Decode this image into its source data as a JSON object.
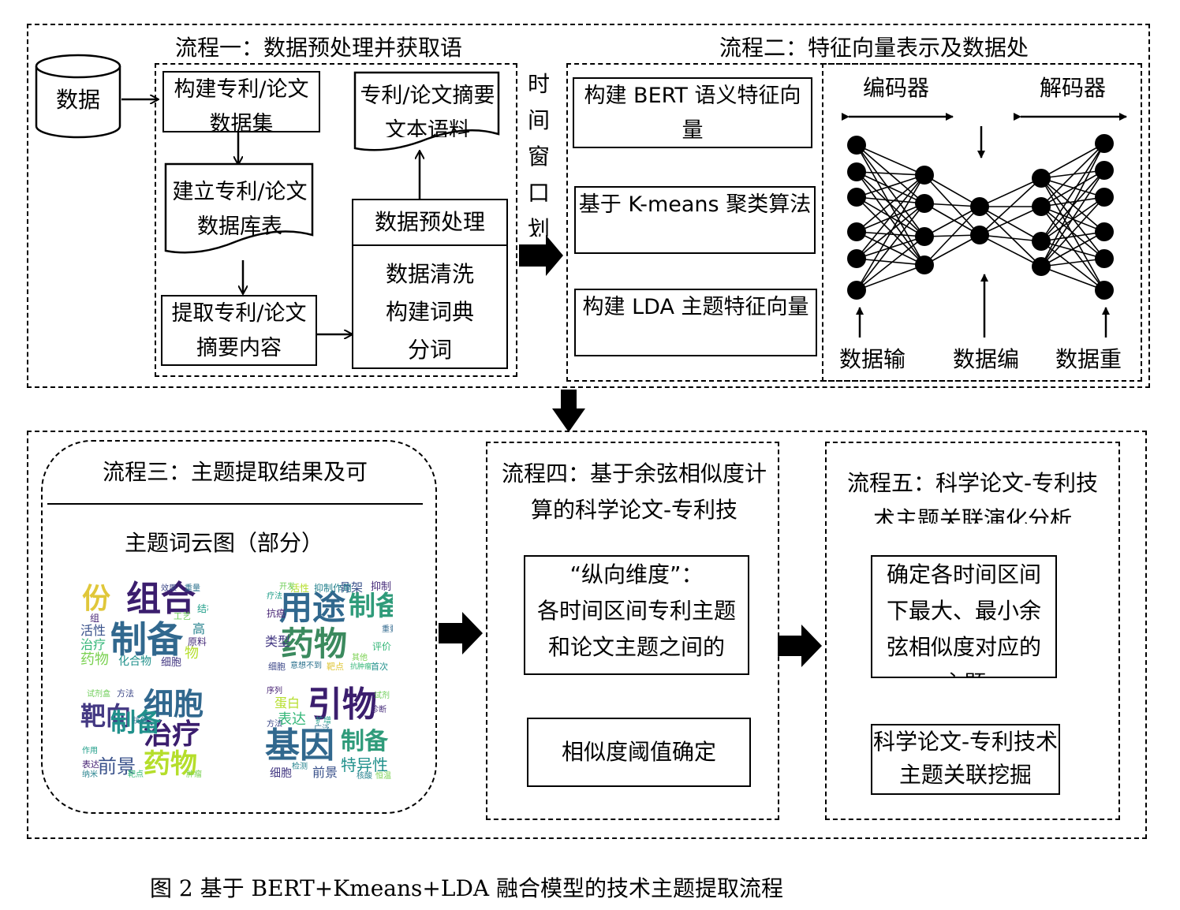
{
  "flow1": {
    "title": "流程一：数据预处理并获取语",
    "db_label": "数据",
    "box_build_dataset": "构建专利/论文数据集",
    "box_build_db": "建立专利/论文数据库表",
    "box_extract": "提取专利/论文摘要内容",
    "box_corpus": "专利/论文摘要文本语料",
    "box_preprocess": "数据预处理",
    "box_clean": [
      "数据清洗",
      "构建词典",
      "分词"
    ]
  },
  "time_window": "时间窗口划",
  "flow2": {
    "title": "流程二：特征向量表示及数据处",
    "box_bert": "构建 BERT 语义特征向量",
    "box_kmeans": "基于 K-means 聚类算法",
    "box_lda": "构建 LDA 主题特征向量",
    "encoder": "编码器",
    "decoder": "解码器",
    "data_input": "数据输",
    "data_encode": "数据编",
    "data_reconstruct": "数据重"
  },
  "flow3": {
    "title": "流程三：主题提取结果及可",
    "subtitle": "主题词云图（部分）",
    "clouds": [
      [
        "组合",
        "制备",
        "份",
        "活性",
        "治疗",
        "药物",
        "化合物",
        "细胞",
        "物",
        "高",
        "原料",
        "重量",
        "效果",
        "结构",
        "组",
        "工艺"
      ],
      [
        "用途",
        "药物",
        "制备",
        "抑制",
        "评价",
        "骨架",
        "活性",
        "抑制作用",
        "开发",
        "类型",
        "细胞",
        "意想不到",
        "首次",
        "其他",
        "疗法",
        "靶点",
        "抗癌",
        "抗肿瘤",
        "重要"
      ],
      [
        "细胞",
        "治疗",
        "药物",
        "靶向",
        "制备",
        "前景",
        "抗体",
        "试剂盒",
        "表达",
        "纳米",
        "方法",
        "肿瘤",
        "作用",
        "靶点"
      ],
      [
        "引物",
        "基因",
        "制备",
        "特异性",
        "蛋白",
        "表达",
        "前景",
        "细胞",
        "检测",
        "序列",
        "试剂",
        "广泛",
        "方法",
        "扩增",
        "恒温",
        "诊断",
        "核酸"
      ]
    ]
  },
  "flow4": {
    "title": "流程四：基于余弦相似度计算的科学论文-专利技",
    "box_vertical": [
      "“纵向维度”：",
      "各时间区间专利主题",
      "和论文主题之间的"
    ],
    "box_threshold": "相似度阈值确定"
  },
  "flow5": {
    "title": "流程五：科学论文-专利技术主题关联演化分析",
    "box_sim": [
      "确定各时间区间",
      "下最大、最小余",
      "弦相似度对应的",
      "主题"
    ],
    "box_mining": "科学论文-专利技术主题关联挖掘"
  },
  "caption": "图 2  基于 BERT+Kmeans+LDA 融合模型的技术主题提取流程"
}
